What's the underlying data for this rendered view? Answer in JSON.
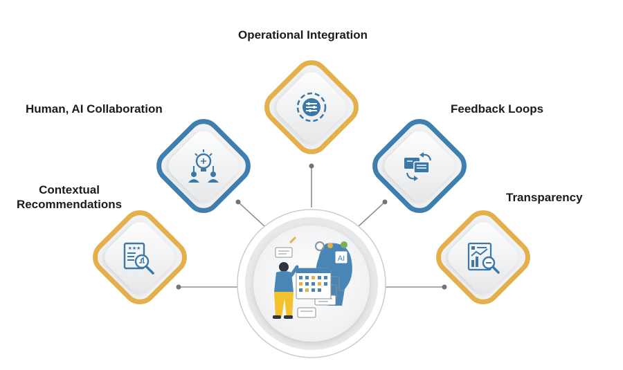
{
  "diagram": {
    "items": [
      {
        "key": "operational-integration",
        "label": "Operational Integration",
        "icon": "gear-sliders-icon",
        "accent": "gold"
      },
      {
        "key": "human-ai-collaboration",
        "label": "Human, AI Collaboration",
        "icon": "brain-bulb-people-icon",
        "accent": "blue"
      },
      {
        "key": "feedback-loops",
        "label": "Feedback Loops",
        "icon": "chat-bubbles-arrows-icon",
        "accent": "blue"
      },
      {
        "key": "contextual-recommendations",
        "label": "Contextual Recommendations",
        "label_lines": [
          "Contextual",
          "Recommendations"
        ],
        "icon": "document-rating-magnifier-icon",
        "accent": "gold"
      },
      {
        "key": "transparency",
        "label": "Transparency",
        "icon": "chart-magnifier-icon",
        "accent": "gold"
      }
    ],
    "center": {
      "icon": "person-ai-calendar-illustration",
      "badge_text": "AI"
    }
  },
  "colors": {
    "gold": "#e3b04b",
    "blue": "#3f7fae",
    "icon_blue": "#3a78a8",
    "connector": "#8a9096",
    "ring": "#c9cdd1",
    "tile": "#f1f2f3",
    "text": "#1b1b1b"
  }
}
